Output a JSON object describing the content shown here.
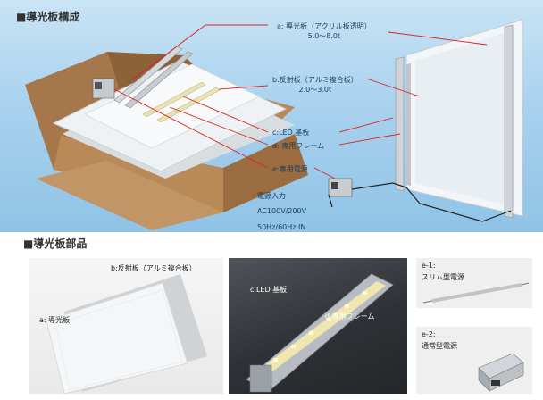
{
  "header": {
    "title": "■導光板構成"
  },
  "callouts": {
    "a_title": "a: 導光板（アクリル板透明）",
    "a_spec": "5.0〜8.0t",
    "b_title": "b:反射板（アルミ複合板）",
    "b_spec": "2.0〜3.0t",
    "c": "c:LED 基板",
    "d": "d: 専用フレーム",
    "e": "e:専用電源"
  },
  "power": {
    "title": "電源入力",
    "voltage": "AC100V/200V",
    "frequency": "50Hz/60Hz IN"
  },
  "parts": {
    "title": "■導光板部品",
    "a_label": "a: 導光板",
    "b_label": "b:反射板（アルミ複合板）",
    "c_label": "c.LED 基板",
    "d_label": "d 専用フレーム",
    "e1_label": "e-1:",
    "e1_desc": "スリム型電源",
    "e2_label": "e-2:",
    "e2_desc": "通常型電源"
  }
}
